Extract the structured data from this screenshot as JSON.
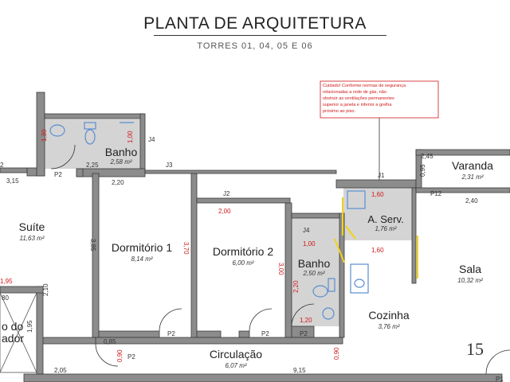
{
  "header": {
    "title": "PLANTA DE ARQUITETURA",
    "subtitle": "TORRES 01, 04, 05 E 06"
  },
  "warning": {
    "lines": [
      "Cuidado! Conforme normas de segurança",
      "relacionadas a rede de gás, não",
      "obstruir as ventilações permanentes",
      "superior a janela e inferior a grelha",
      "próximo ao piso."
    ]
  },
  "rooms": {
    "suite": {
      "name": "Suíte",
      "area": "11,63 m²"
    },
    "banho_suite": {
      "name": "Banho",
      "area": "2,58 m²"
    },
    "dormitorio1": {
      "name": "Dormitório 1",
      "area": "8,14 m²"
    },
    "dormitorio2": {
      "name": "Dormitório 2",
      "area": "6,00 m²"
    },
    "banho": {
      "name": "Banho",
      "area": "2,50 m²"
    },
    "area_servico": {
      "name": "A. Serv.",
      "area": "1,76 m²"
    },
    "cozinha": {
      "name": "Cozinha",
      "area": "3,76 m²"
    },
    "sala": {
      "name": "Sala",
      "area": "10,32 m²"
    },
    "varanda": {
      "name": "Varanda",
      "area": "2,31 m²"
    },
    "circulacao": {
      "name": "Circulação",
      "area": "6,07 m²"
    },
    "fosso_partial": {
      "line1": "o do",
      "line2": "ador"
    }
  },
  "unit_number": "15",
  "dims_black": {
    "d315": "3,15",
    "d225": "2,25",
    "d220": "2,20",
    "d385": "3,85",
    "d085": "0,85",
    "d205": "2,05",
    "d915": "9,15",
    "d245": "2,45",
    "d240": "2,40",
    "d210": "2,10",
    "d195": "1,95",
    "d080": "80",
    "d095": "0,95"
  },
  "dims_red": {
    "d130": "1,30",
    "d100a": "1,00",
    "d200": "2,00",
    "d370": "3,70",
    "d300": "3,00",
    "d100b": "1,00",
    "d220r": "2,20",
    "d120": "1,20",
    "d160a": "1,60",
    "d160b": "1,60",
    "d090a": "0,90",
    "d090b": "0,90",
    "d195r": "1,95"
  },
  "codes": {
    "p2_suite": "P2",
    "p2_d1": "P2",
    "p2_d2": "P2",
    "p2_banho": "P2",
    "p2_circ": "P2",
    "p12": "P12",
    "p1": "P1",
    "j1": "J1",
    "j2": "J2",
    "j3": "J3",
    "j4a": "J4",
    "j4b": "J4",
    "edge_2": "2"
  },
  "colors": {
    "wall": "#8c8c8c",
    "wall_outline": "#3a3a3a",
    "wet_floor": "#d4d4d4",
    "fixture": "#5a8ed0",
    "window_yellow": "#f2d21a",
    "red": "#d01818"
  }
}
